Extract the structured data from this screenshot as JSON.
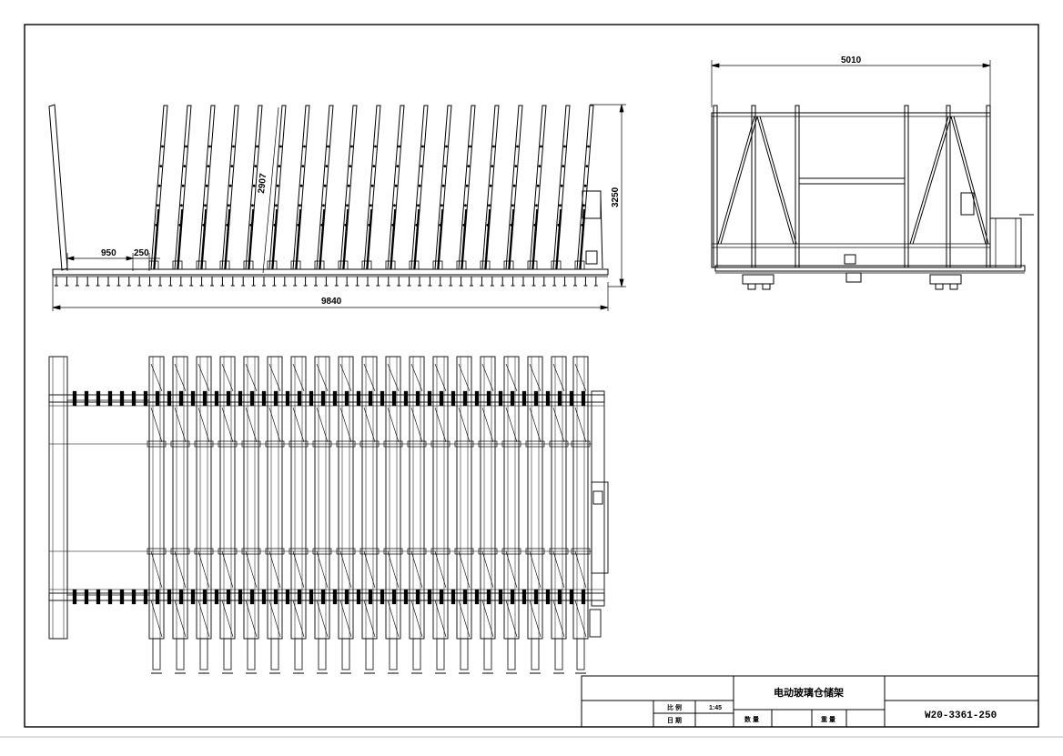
{
  "drawing": {
    "dims": {
      "overall_length": "9840",
      "width": "5010",
      "height": "3250",
      "rack_height": "2907",
      "bay_spacing": "950",
      "offset": "250"
    },
    "title_block": {
      "title": "电动玻璃仓储架",
      "drawing_number": "W20-3361-250",
      "scale_label": "比 例",
      "scale_value": "1:45",
      "date_label": "日 期",
      "quantity_label": "数 量",
      "weight_label": "重 量"
    }
  }
}
